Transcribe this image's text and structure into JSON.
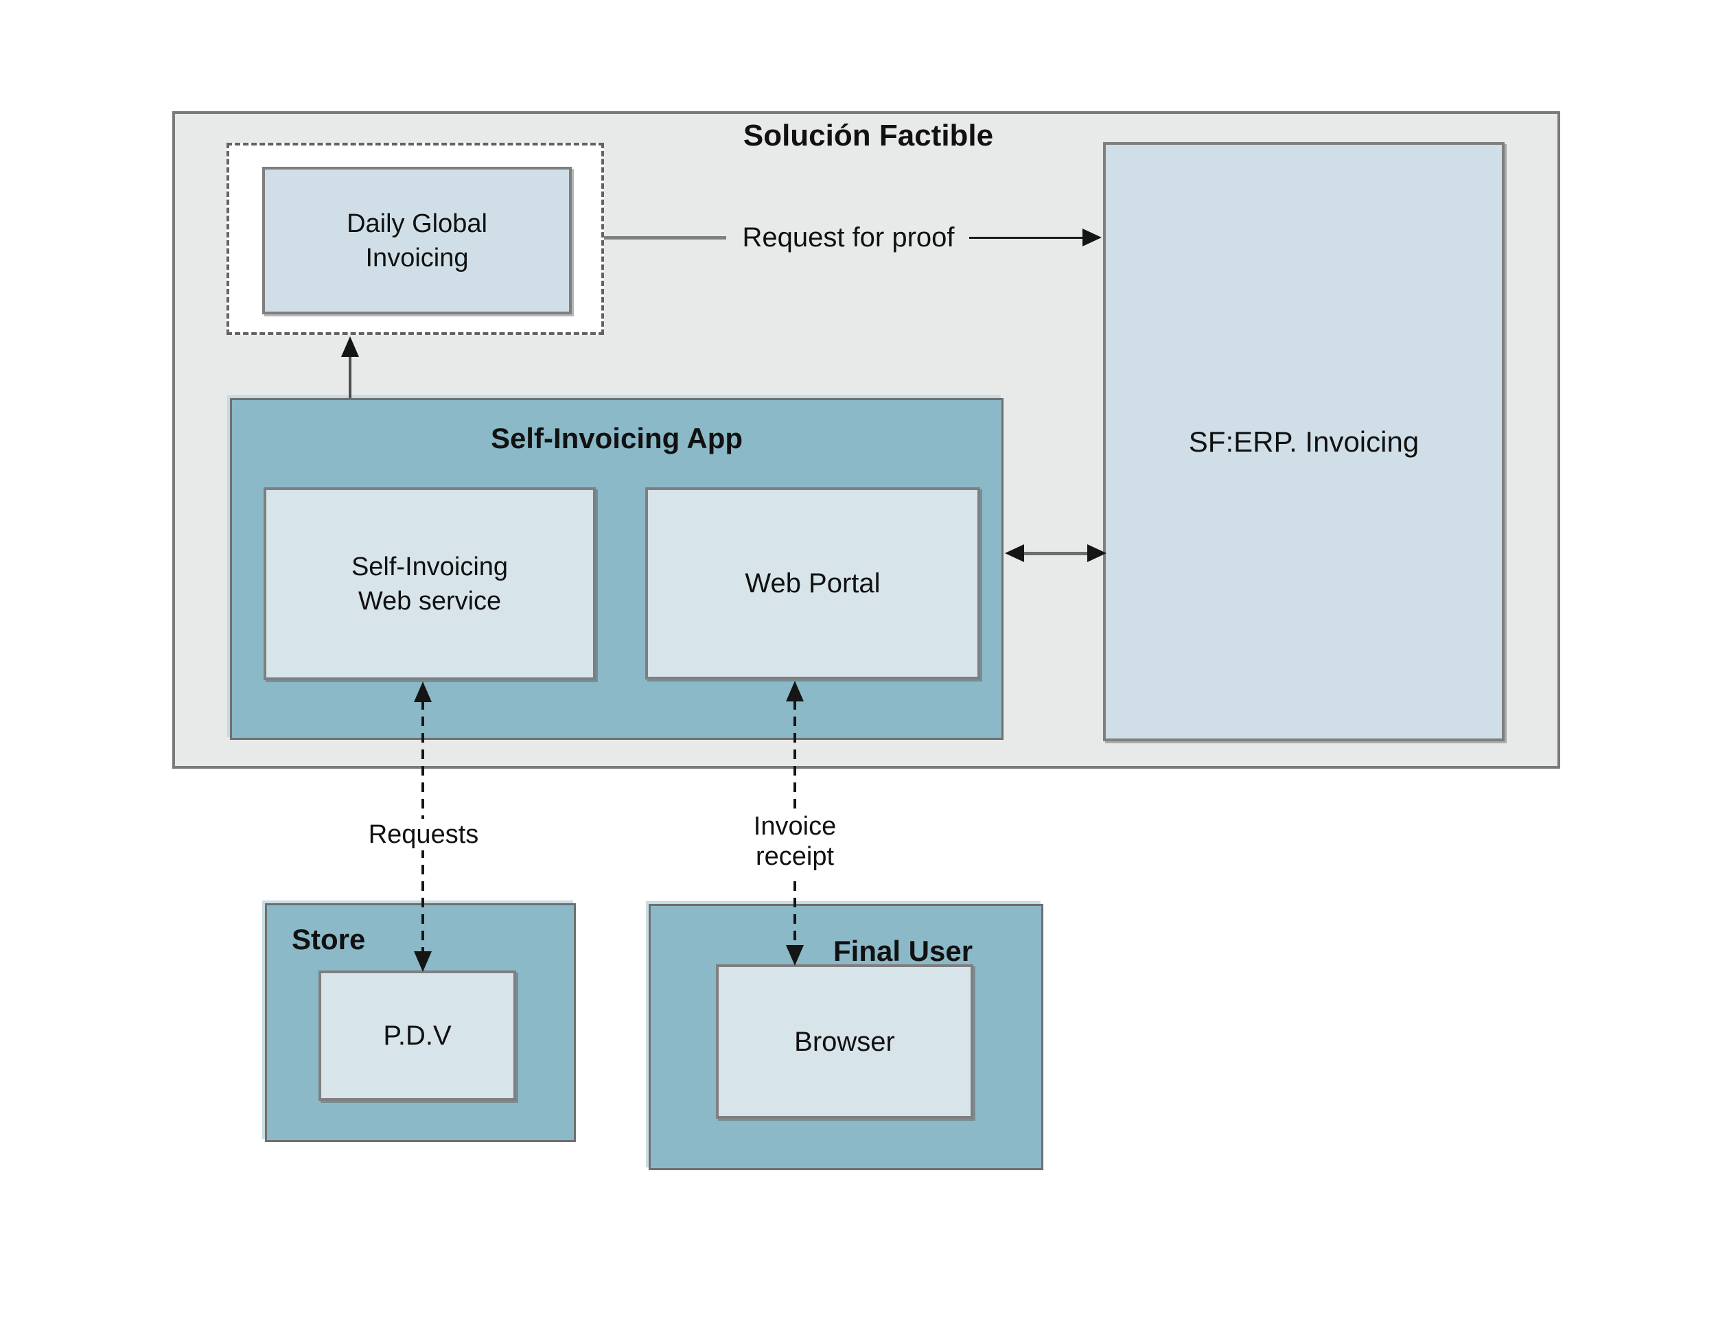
{
  "groups": {
    "solucion_factible": {
      "title": "Solución Factible"
    },
    "self_invoicing_app": {
      "title": "Self-Invoicing App"
    },
    "store": {
      "title": "Store"
    },
    "final_user": {
      "title": "Final User"
    }
  },
  "nodes": {
    "daily_global": {
      "lines": [
        "Daily Global",
        "Invoicing"
      ]
    },
    "sferp": {
      "label": "SF:ERP. Invoicing"
    },
    "web_service": {
      "lines": [
        "Self-Invoicing",
        "Web service"
      ]
    },
    "web_portal": {
      "label": "Web Portal"
    },
    "pdv": {
      "label": "P.D.V"
    },
    "browser": {
      "label": "Browser"
    }
  },
  "edges": {
    "request_for_proof": {
      "label": "Request for proof",
      "from": "Daily Global Invoicing",
      "to": "SF:ERP. Invoicing",
      "style": "solid",
      "direction": "right"
    },
    "app_to_daily": {
      "label": "",
      "from": "Self-Invoicing App",
      "to": "Daily Global Invoicing",
      "style": "solid",
      "direction": "up"
    },
    "app_sferp": {
      "label": "",
      "from": "Self-Invoicing App",
      "to": "SF:ERP. Invoicing",
      "style": "solid",
      "direction": "both"
    },
    "requests": {
      "label": "Requests",
      "from": "P.D.V",
      "to": "Self-Invoicing Web service",
      "style": "dashed",
      "direction": "both"
    },
    "invoice_receipt": {
      "lines": [
        "Invoice",
        "receipt"
      ],
      "from": "Web Portal",
      "to": "Browser",
      "style": "dashed",
      "direction": "both"
    }
  },
  "colors": {
    "container_fill": "#e8e9e9",
    "container_border": "#7a7a7a",
    "teal_fill": "#8cb9c8",
    "teal_border": "#6f6f6f",
    "node_fill": "#d7e4e9",
    "node_fill_alt": "#d0dfe7",
    "node_border": "#7f7f7f",
    "arrow_dark": "#151515",
    "arrow_gray": "#6e6e6e",
    "text": "#111111",
    "page": "#ffffff"
  }
}
